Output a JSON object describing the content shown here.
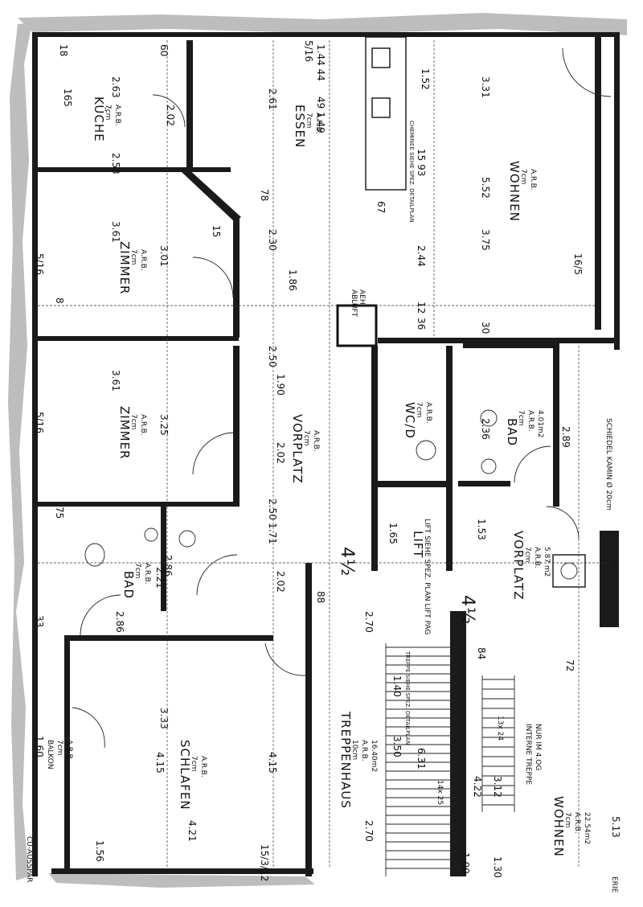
{
  "rooms": {
    "kueche": {
      "name": "KÜCHE",
      "spec1": "7cm",
      "spec2": "A.R.B."
    },
    "essen": {
      "name": "ESSEN",
      "spec1": "7cm",
      "spec2": "A.R.B."
    },
    "wohnen_top": {
      "name": "WOHNEN",
      "spec1": "7cm",
      "spec2": "A.R.B."
    },
    "zimmer1": {
      "name": "ZIMMER",
      "spec1": "7cm",
      "spec2": "A.R.B."
    },
    "zimmer2": {
      "name": "ZIMMER",
      "spec1": "7cm",
      "spec2": "A.R.B."
    },
    "vorplatz1": {
      "name": "VORPLATZ",
      "spec1": "7cm",
      "spec2": "A.R.B."
    },
    "wc": {
      "name": "WC/D",
      "spec1": "7cm",
      "spec2": "A.R.B."
    },
    "bad_right": {
      "name": "BAD",
      "spec1": "7cm",
      "spec2": "A.R.B.",
      "area": "4.01m2"
    },
    "bad_left": {
      "name": "BAD",
      "spec1": "7cm",
      "spec2": "A.R.B."
    },
    "lift": {
      "name": "LIFT",
      "note": "LIFT SIEHE SPEZ. PLAN LIFT PAG"
    },
    "vorplatz2": {
      "name": "VORPLATZ",
      "spec1": "7cm",
      "spec2": "A.R.B.",
      "area": "5.87 m2"
    },
    "schlafen": {
      "name": "SCHLAFEN",
      "spec1": "7cm",
      "spec2": "A.R.B."
    },
    "treppenhaus": {
      "name": "TREPPENHAUS",
      "spec1": "10cm",
      "spec2": "A.R.B.",
      "area": "16.40m2"
    },
    "balkon": {
      "name": "BALKON",
      "spec1": "7cm",
      "spec2": "A.R.B."
    },
    "wohnen_bottom": {
      "name": "WOHNEN",
      "spec1": "7cm",
      "spec2": "A.R.B.",
      "area": "22.54m2"
    }
  },
  "annotations": {
    "abluft": "ABLUFT",
    "aeh": "AEH",
    "cheminee": "CHEMINEE SIEHE SPEZ. DETAILPLAN",
    "schiedel": "SCHIEDEL KAMIN Ø 20cm",
    "treppe": "TREPPE SIEHE SPEZ. DETAILPLAN",
    "interne_treppe_1": "INTERNE TREPPE",
    "interne_treppe_2": "NUR IM 4.OG",
    "aussparung": "CU-AUSSPAR",
    "erie": "ERIE",
    "half_1": "4½",
    "half_2": "4½",
    "steps_1": "13x 24",
    "steps_2": "14x 25"
  },
  "dimensions": {
    "d165": "165",
    "d263": "2.63",
    "d253": "2.53",
    "d60": "60",
    "d202": "2.02",
    "d261": "2.61",
    "d230": "2.30",
    "d301": "3.01",
    "d361": "3.61",
    "d361b": "3.61",
    "d325": "3.25",
    "d250": "2.50",
    "d250b": "2.50",
    "d171": "1.71",
    "d202b": "2.02",
    "d202c": "2.02",
    "d190": "1.90",
    "d186": "1.86",
    "d552": "5.52",
    "d375": "3.75",
    "d331": "3.31",
    "d244": "2.44",
    "d152": "1.52",
    "d289": "2.89",
    "d236": "2.36",
    "d153": "1.53",
    "d165b": "1.65",
    "d221": "2.21",
    "d286": "2.86",
    "d286b": "2.86",
    "d333": "3.33",
    "d415": "4.15",
    "d415b": "4.15",
    "d421": "4.21",
    "d156": "1.56",
    "d160": "1.60",
    "d315": "15/3/12",
    "d140": "1.40",
    "d270": "2.70",
    "d270b": "2.70",
    "d350": "3.50",
    "d631": "6.31",
    "d422": "4.22",
    "d312": "3.12",
    "d100": "1.00",
    "d130": "1.30",
    "d513": "5.13",
    "d84": "84",
    "d72": "72",
    "d78": "78",
    "d516": "5/16",
    "d516b": "5/16",
    "d516c": "5/16",
    "d166": "16/5",
    "d67": "67",
    "d93": "15 93",
    "d144": "1.44 44",
    "d149": "49 1.49",
    "d30": "30",
    "d36": "36",
    "d12": "12",
    "d18": "18",
    "d15": "15",
    "d8": "8",
    "d75": "75",
    "d88": "88",
    "d33": "33"
  }
}
